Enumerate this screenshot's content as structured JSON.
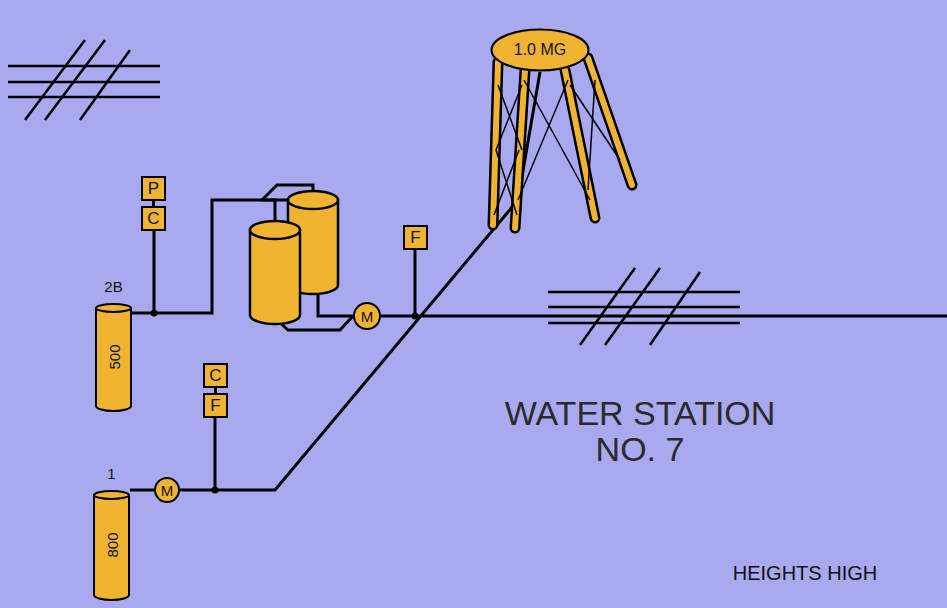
{
  "diagram": {
    "title": "WATER STATION NO. 7",
    "nodes": [
      {
        "text": [
          "P"
        ]
      },
      {
        "text": [
          "C"
        ]
      },
      {
        "text": [
          "2B",
          "500"
        ]
      },
      {
        "text": [
          "1.0 MG"
        ]
      },
      {
        "text": [
          "F"
        ]
      },
      {
        "text": [
          "M"
        ]
      },
      {
        "text": [
          "C"
        ]
      },
      {
        "text": [
          "F"
        ]
      },
      {
        "text": [
          "1",
          "800"
        ]
      },
      {
        "text": [
          "M"
        ]
      }
    ],
    "edges": [
      {
        "from": 0,
        "to": 1,
        "arrow": "none"
      },
      {
        "from": 2,
        "to": 5,
        "arrow": "none"
      },
      {
        "from": 6,
        "to": 7,
        "arrow": "none"
      },
      {
        "from": 8,
        "to": 9,
        "arrow": "none"
      },
      {
        "from": 9,
        "to": 3,
        "arrow": "none"
      }
    ],
    "labels": [
      "HEIGHTS HIGH"
    ]
  }
}
